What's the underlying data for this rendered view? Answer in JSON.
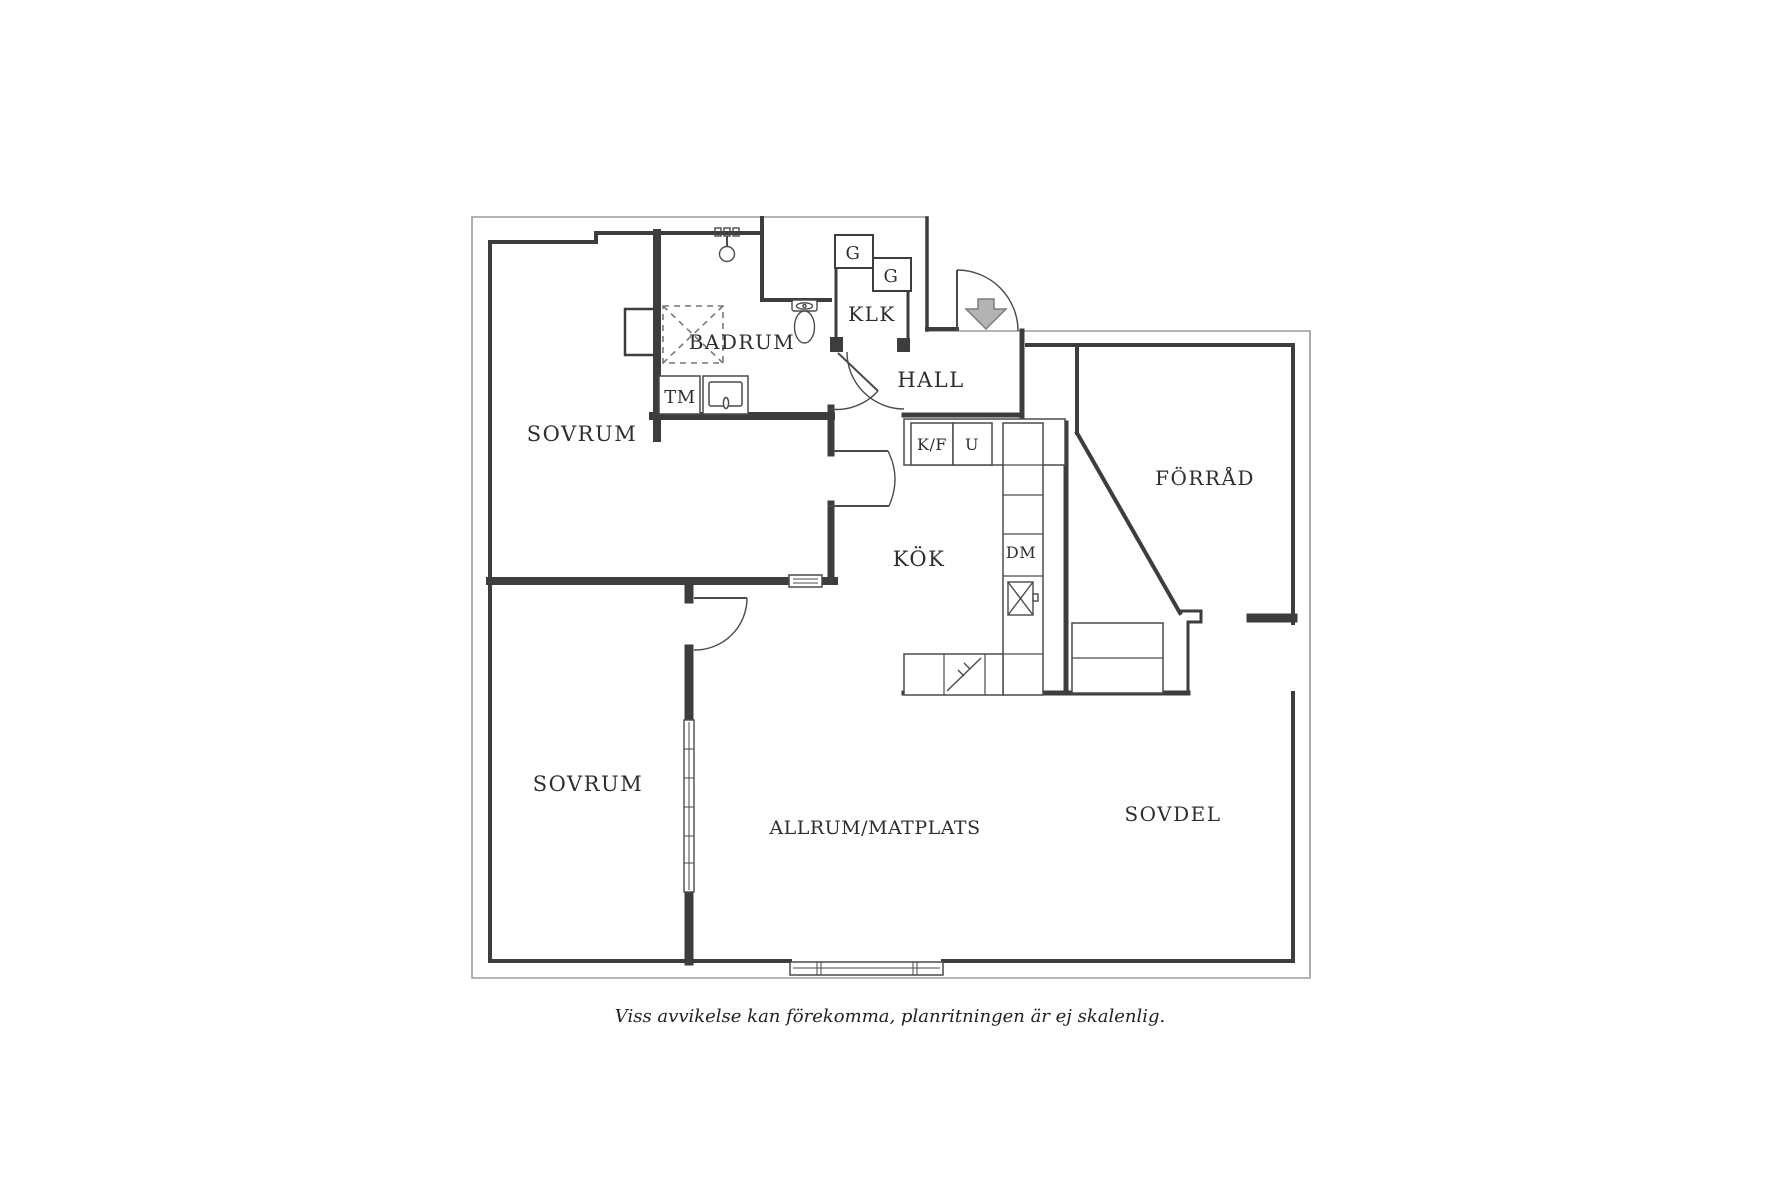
{
  "floor_plan": {
    "labels": {
      "bedroom_top": "SOVRUM",
      "bedroom_bottom": "SOVRUM",
      "bathroom": "BADRUM",
      "walk_in_closet": "KLK",
      "hall": "HALL",
      "wardrobe_1": "G",
      "wardrobe_2": "G",
      "washing_machine": "TM",
      "fridge_freezer": "K/F",
      "oven": "U",
      "kitchen": "KÖK",
      "dishwasher": "DM",
      "storage": "FÖRRÅD",
      "living_dining": "ALLRUM/MATPLATS",
      "sleeping_area": "SOVDEL"
    },
    "caption": "Viss avvikelse kan förekomma, planritningen är ej skalenlig.",
    "colors": {
      "wall": "#3d3d3d",
      "outline": "#9b9b9b",
      "fixture": "#4a4a4a",
      "text": "#2e2e2e",
      "entry_arrow_fill": "#b3b3b3",
      "entry_arrow_stroke": "#7d7d7d",
      "background": "#ffffff"
    }
  }
}
